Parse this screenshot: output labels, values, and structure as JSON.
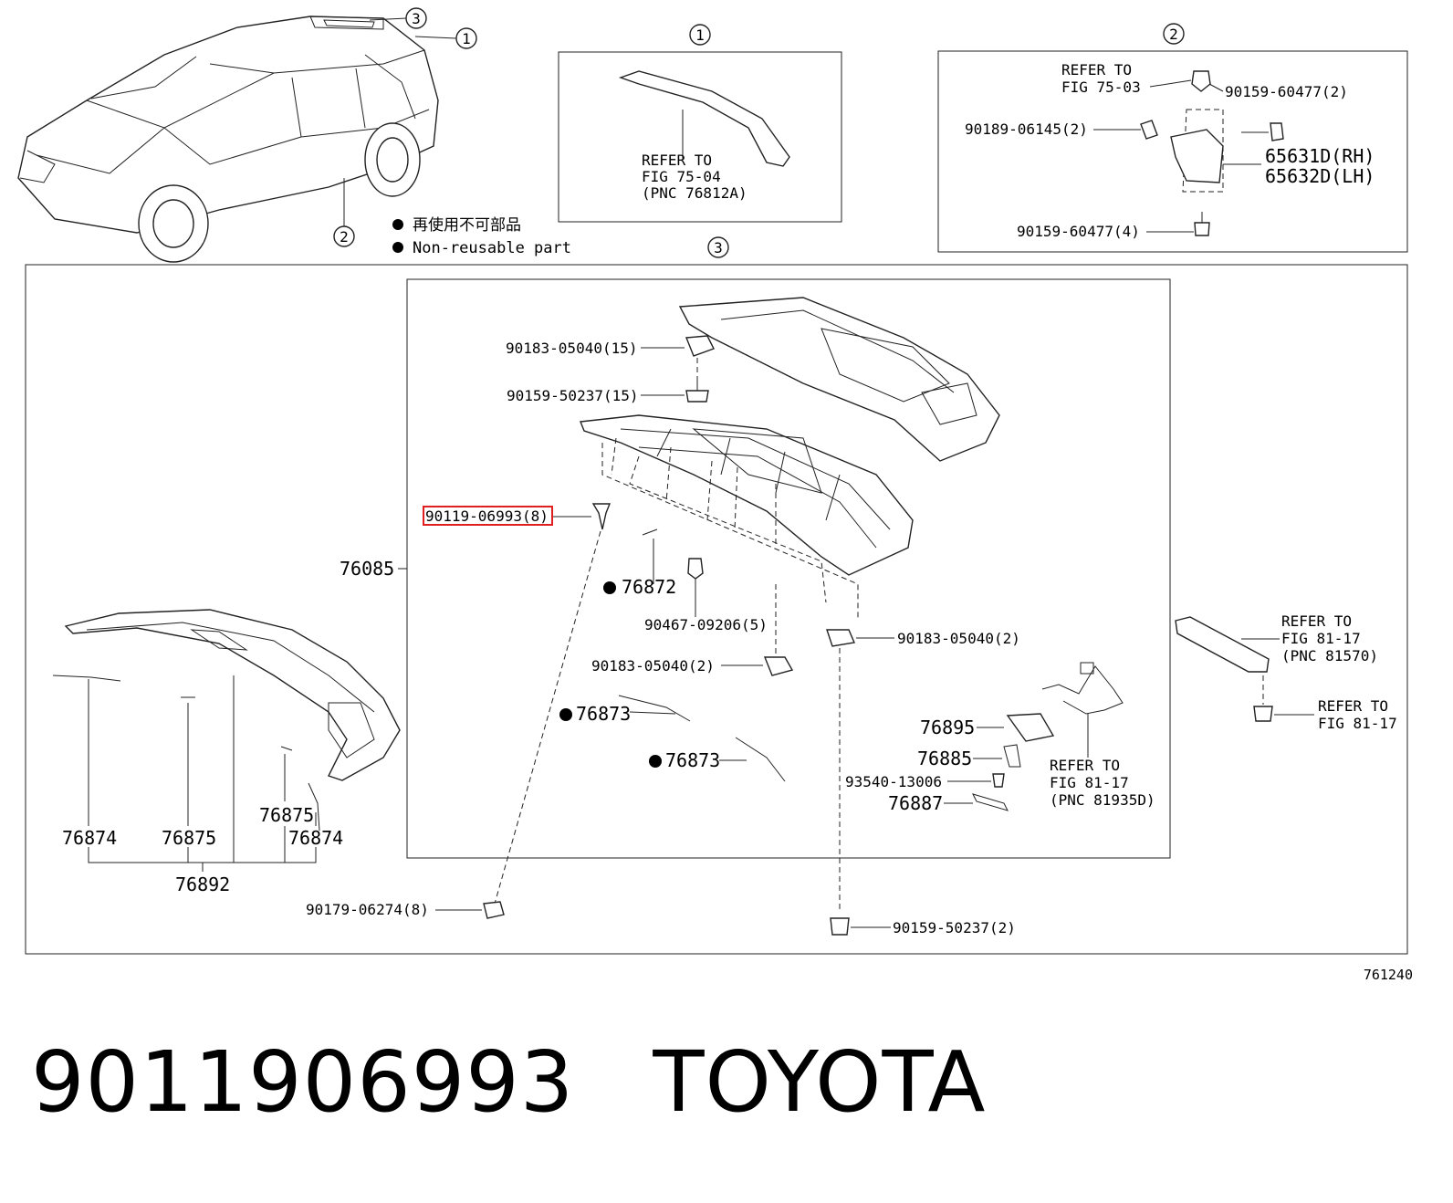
{
  "callouts": {
    "c1": "1",
    "c2": "2",
    "c3": "3"
  },
  "legend": {
    "jp": "再使用不可部品",
    "en": "Non-reusable part"
  },
  "box1": {
    "refer1": "REFER TO",
    "refer2": "FIG 75-04",
    "refer3": "(PNC 76812A)"
  },
  "box2": {
    "refer1": "REFER TO",
    "refer2": "FIG 75-03",
    "p1": "90159-60477(2)",
    "p2": "90189-06145(2)",
    "p3": "65631D(RH)",
    "p4": "65632D(LH)",
    "p5": "90159-60477(4)"
  },
  "main": {
    "l_90183_15": "90183-05040(15)",
    "l_90159_15": "90159-50237(15)",
    "l_highlight": "90119-06993(8)",
    "l_76085": "76085",
    "l_76872": "76872",
    "l_90467": "90467-09206(5)",
    "l_90183_2a": "90183-05040(2)",
    "l_90183_2b": "90183-05040(2)",
    "l_76873a": "76873",
    "l_76873b": "76873",
    "l_76895": "76895",
    "l_76885": "76885",
    "l_93540": "93540-13006",
    "l_76887": "76887",
    "ref_b1": "REFER TO",
    "ref_b2": "FIG 81-17",
    "ref_b3": "(PNC 81935D)",
    "ref_r1": "REFER TO",
    "ref_r2": "FIG 81-17",
    "ref_r3": "(PNC 81570)",
    "ref_s1": "REFER TO",
    "ref_s2": "FIG 81-17",
    "l_90179": "90179-06274(8)",
    "l_90159_2": "90159-50237(2)",
    "l_76874a": "76874",
    "l_76875a": "76875",
    "l_76875b": "76875",
    "l_76874b": "76874",
    "l_76892": "76892"
  },
  "figure_number": "761240",
  "caption": {
    "part_number": "9011906993",
    "brand": "TOYOTA"
  },
  "colors": {
    "highlight": "#e02020",
    "line": "#222222"
  }
}
